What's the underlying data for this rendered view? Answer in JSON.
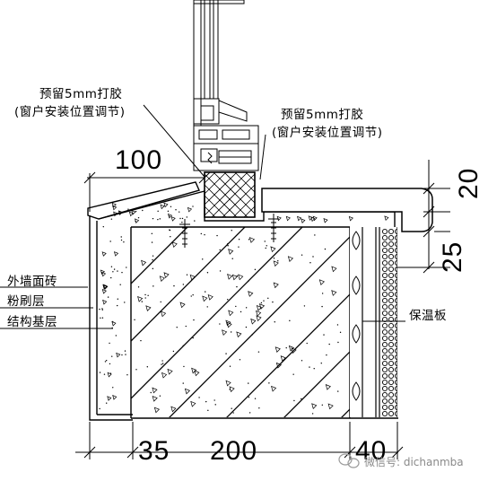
{
  "callouts": {
    "left_note_line1": "预留5mm打胶",
    "left_note_line2": "(窗户安装位置调节)",
    "right_note_line1": "预留5mm打胶",
    "right_note_line2": "(窗户安装位置调节)"
  },
  "layers": {
    "tile": "外墙面砖",
    "plaster": "粉刷层",
    "structure": "结构基层",
    "insulation": "保温板"
  },
  "dimensions": {
    "top_100": "100",
    "bottom_35": "35",
    "bottom_200": "200",
    "bottom_40": "40",
    "right_20": "20",
    "right_25": "25"
  },
  "watermark": {
    "text": "微信号: dichanmba"
  },
  "colors": {
    "line": "#000000",
    "background": "#ffffff",
    "watermark": "#8a8a8a"
  }
}
